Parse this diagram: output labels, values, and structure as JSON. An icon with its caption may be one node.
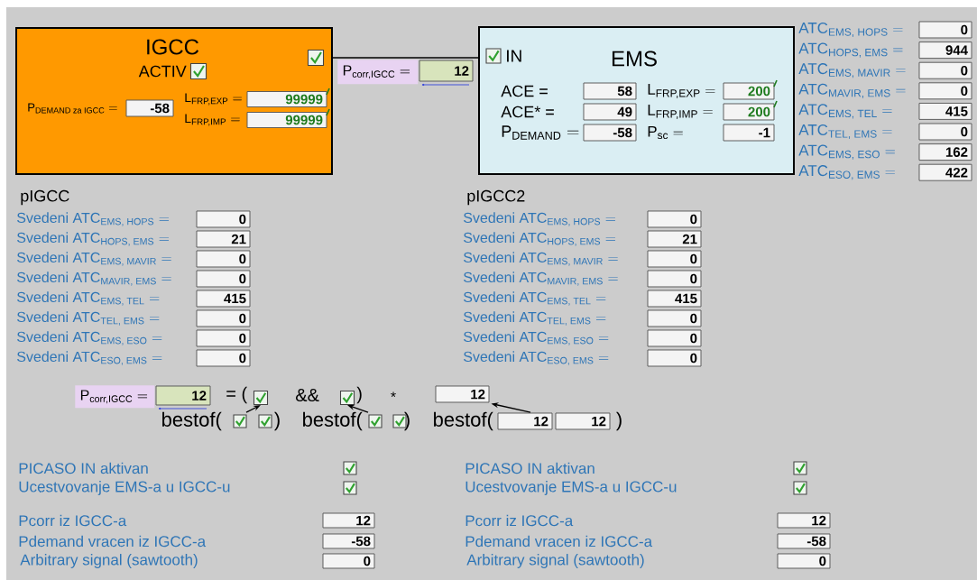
{
  "diagram": {
    "nodes": [
      {
        "text": [
          "IGCC"
        ]
      },
      {
        "text": [
          "EMS"
        ]
      },
      {
        "text": [
          "\\text{P}_{\\text{corr,IGCC}} =",
          "12"
        ]
      },
      {
        "text": [
          "\\text{P}_{\\text{corr,IGCC}} =",
          "12"
        ]
      },
      {
        "text": [],
        "shape": "checkbox"
      },
      {
        "text": [],
        "shape": "checkbox"
      },
      {
        "text": [
          "bestof(",
          ")"
        ]
      },
      {
        "text": [
          "bestof(",
          ")"
        ]
      },
      {
        "text": [
          "bestof(",
          "12",
          "12",
          ")"
        ]
      },
      {
        "text": [
          "12"
        ]
      },
      {
        "text": [
          "-58"
        ],
        "in": 0
      },
      {
        "text": [
          "99999"
        ],
        "in": 0
      },
      {
        "text": [
          "99999"
        ],
        "in": 0
      },
      {
        "text": [
          "58"
        ],
        "in": 1
      },
      {
        "text": [
          "200"
        ],
        "in": 1
      },
      {
        "text": [
          "49"
        ],
        "in": 1
      },
      {
        "text": [
          "200"
        ],
        "in": 1
      },
      {
        "text": [
          "-58"
        ],
        "in": 1
      },
      {
        "text": [
          "-1"
        ],
        "in": 1
      },
      {
        "text": [
          "0"
        ]
      },
      {
        "text": [
          "944"
        ]
      },
      {
        "text": [
          "0"
        ]
      },
      {
        "text": [
          "0"
        ]
      },
      {
        "text": [
          "415"
        ]
      },
      {
        "text": [
          "0"
        ]
      },
      {
        "text": [
          "162"
        ]
      },
      {
        "text": [
          "422"
        ]
      },
      {
        "text": [
          "0"
        ]
      },
      {
        "text": [
          "21"
        ]
      },
      {
        "text": [
          "0"
        ]
      },
      {
        "text": [
          "0"
        ]
      },
      {
        "text": [
          "415"
        ]
      },
      {
        "text": [
          "0"
        ]
      },
      {
        "text": [
          "0"
        ]
      },
      {
        "text": [
          "0"
        ]
      },
      {
        "text": [
          "0"
        ]
      },
      {
        "text": [
          "21"
        ]
      },
      {
        "text": [
          "0"
        ]
      },
      {
        "text": [
          "0"
        ]
      },
      {
        "text": [
          "415"
        ]
      },
      {
        "text": [
          "0"
        ]
      },
      {
        "text": [
          "0"
        ]
      },
      {
        "text": [
          "0"
        ]
      },
      {
        "text": [
          "12"
        ]
      },
      {
        "text": [
          "-58"
        ]
      },
      {
        "text": [
          "0"
        ]
      },
      {
        "text": [
          "12"
        ]
      },
      {
        "text": [
          "-58"
        ]
      },
      {
        "text": [
          "0"
        ]
      }
    ],
    "edges": [
      {
        "from": 0,
        "to": 1,
        "arrow": "none"
      },
      {
        "from": 6,
        "to": 4,
        "arrow": "to"
      },
      {
        "from": 7,
        "to": 5,
        "arrow": "to"
      },
      {
        "from": 8,
        "to": 9,
        "arrow": "to"
      }
    ],
    "labels": [
      "ACTIV",
      "\\text{P}_{\\text{DEMAND za IGCC}} =",
      "\\text{L}_{\\text{FRP,EXP}} =",
      "\\text{L}_{\\text{FRP,IMP}} =",
      "IN",
      "ACE =",
      "\\text{L}_{\\text{FRP,EXP}} =",
      "ACE* =",
      "\\text{L}_{\\text{FRP,IMP}} =",
      "\\text{P}_{\\text{DEMAND}} =",
      "\\text{P}_{\\text{sc}} =",
      "\\text{ATC}_{\\text{EMS, HOPS}} =",
      "\\text{ATC}_{\\text{HOPS, EMS}} =",
      "\\text{ATC}_{\\text{EMS, MAVIR}} =",
      "\\text{ATC}_{\\text{MAVIR, EMS}} =",
      "\\text{ATC}_{\\text{EMS, TEL}} =",
      "\\text{ATC}_{\\text{TEL, EMS}} =",
      "\\text{ATC}_{\\text{EMS, ESO}} =",
      "\\text{ATC}_{\\text{ESO, EMS}} =",
      "pIGCC",
      "\\text{Svedeni ATC}_{\\text{EMS, HOPS}} =",
      "\\text{Svedeni ATC}_{\\text{HOPS, EMS}} =",
      "\\text{Svedeni ATC}_{\\text{EMS, MAVIR}} =",
      "\\text{Svedeni ATC}_{\\text{MAVIR, EMS}} =",
      "\\text{Svedeni ATC}_{\\text{EMS, TEL}} =",
      "\\text{Svedeni ATC}_{\\text{TEL, EMS}} =",
      "\\text{Svedeni ATC}_{\\text{EMS, ESO}} =",
      "\\text{Svedeni ATC}_{\\text{ESO, EMS}} =",
      "pIGCC2",
      "\\text{Svedeni ATC}_{\\text{EMS, HOPS}} =",
      "\\text{Svedeni ATC}_{\\text{HOPS, EMS}} =",
      "\\text{Svedeni ATC}_{\\text{EMS, MAVIR}} =",
      "\\text{Svedeni ATC}_{\\text{MAVIR, EMS}} =",
      "\\text{Svedeni ATC}_{\\text{EMS, TEL}} =",
      "\\text{Svedeni ATC}_{\\text{TEL, EMS}} =",
      "\\text{Svedeni ATC}_{\\text{EMS, ESO}} =",
      "\\text{Svedeni ATC}_{\\text{ESO, EMS}} =",
      "= (",
      "&&",
      ")",
      "*",
      "PICASO IN aktivan",
      "Ucestvovanje EMS-a u IGCC-u",
      "Pcorr iz IGCC-a",
      "Pdemand vracen iz IGCC-a",
      "Arbitrary signal (sawtooth)",
      "PICASO IN aktivan",
      "Ucestvovanje EMS-a u IGCC-u",
      "Pcorr iz IGCC-a",
      "Pdemand vracen iz IGCC-a",
      "Arbitrary signal (sawtooth)"
    ]
  }
}
